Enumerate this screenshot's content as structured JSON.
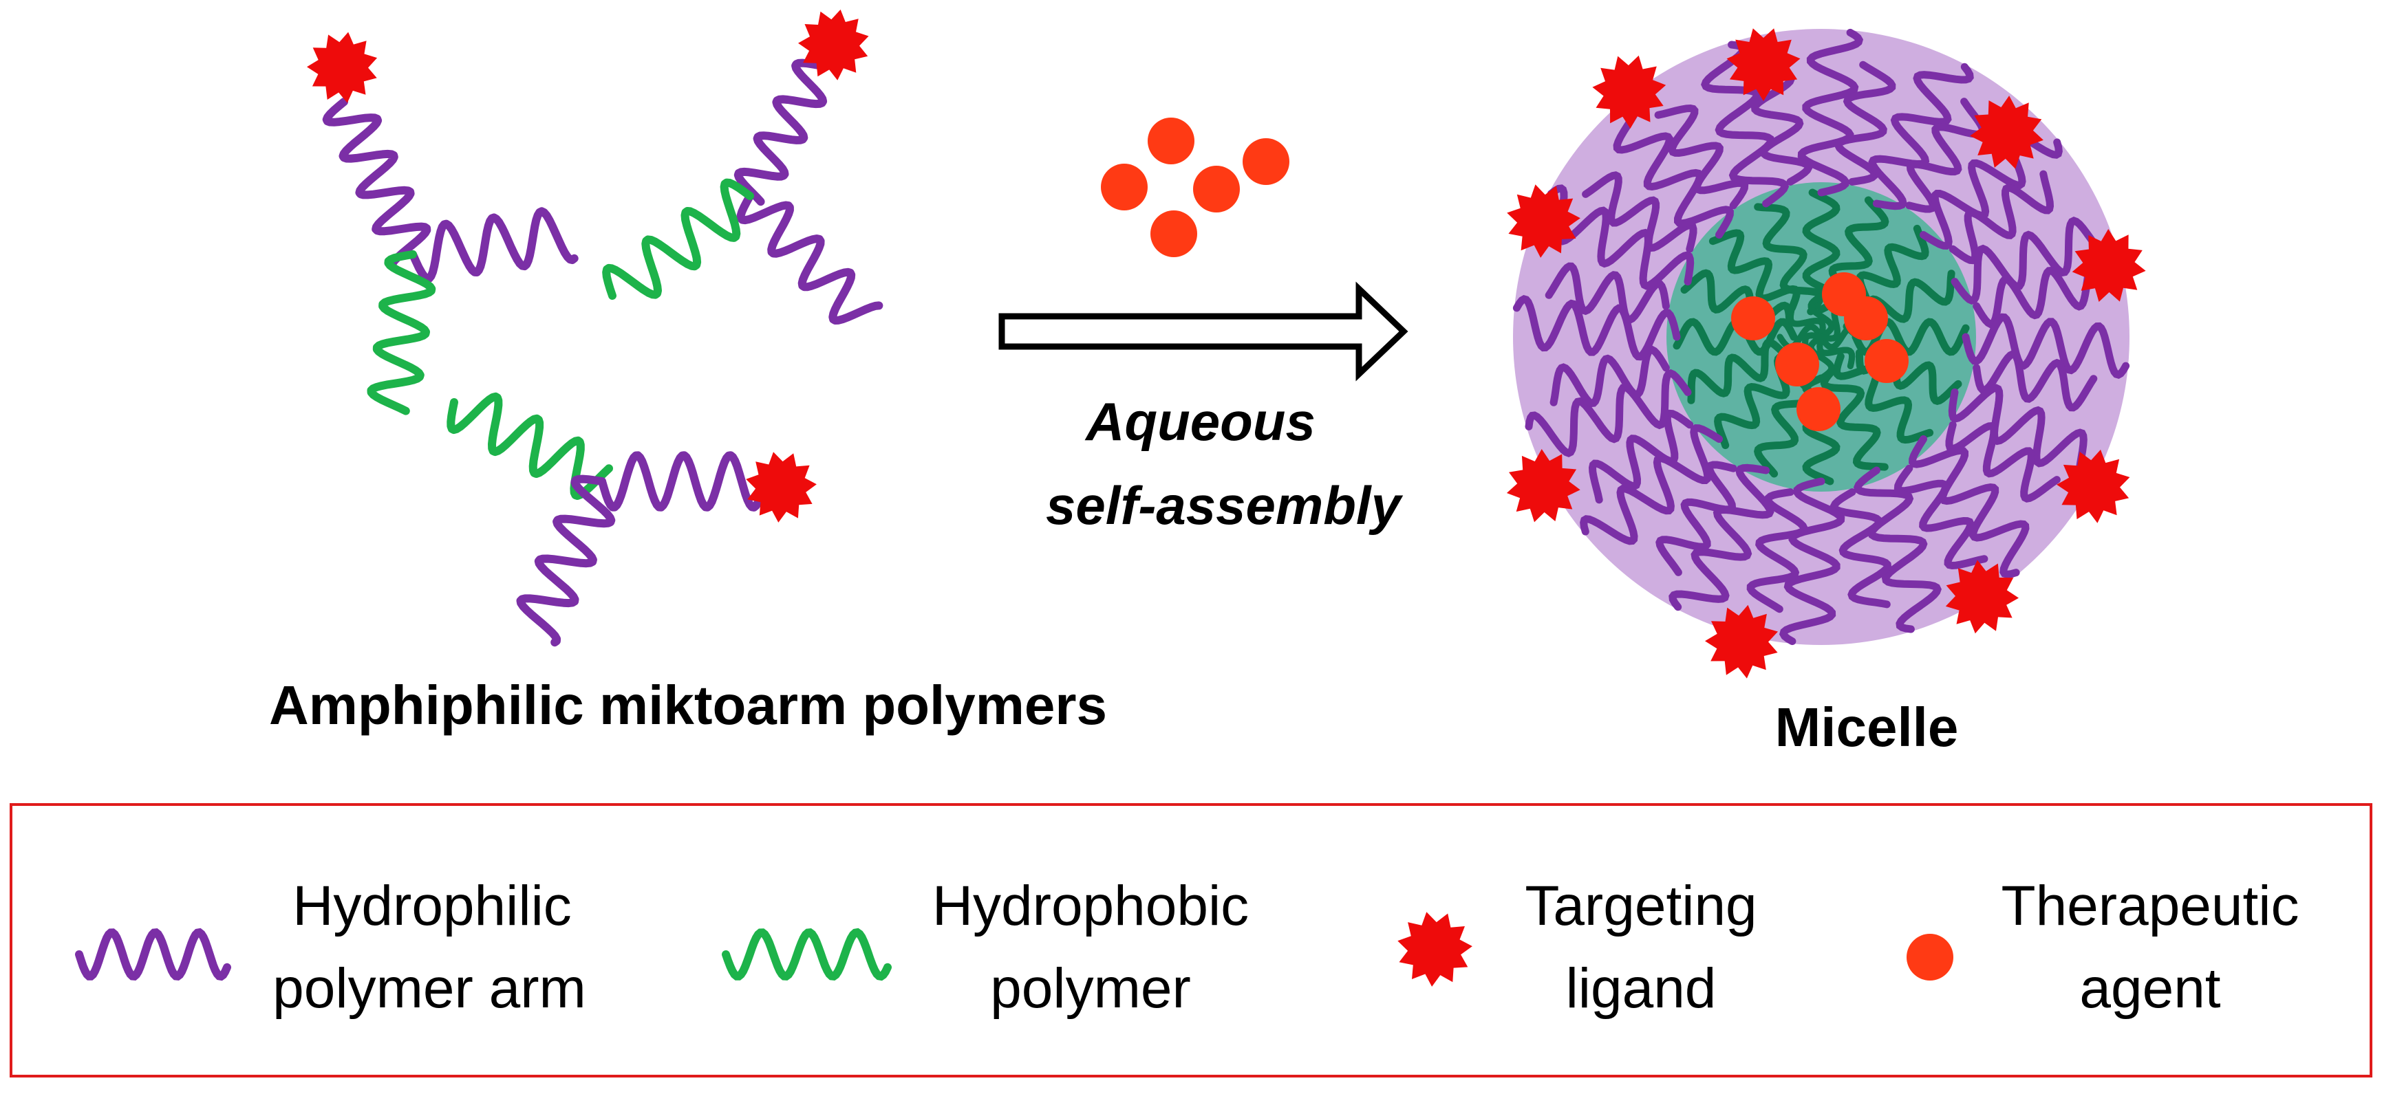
{
  "labels": {
    "process_line1": "Aqueous",
    "process_line2": "self-assembly",
    "left_caption": "Amphiphilic miktoarm polymers",
    "right_caption": "Micelle"
  },
  "legend": {
    "hydrophilic_line1": "Hydrophilic",
    "hydrophilic_line2": "polymer arm",
    "hydrophobic_line1": "Hydrophobic",
    "hydrophobic_line2": "polymer",
    "ligand_line1": "Targeting",
    "ligand_line2": "ligand",
    "agent_line1": "Therapeutic",
    "agent_line2": "agent"
  },
  "colors": {
    "hydrophilic": "#7b2fa6",
    "hydrophobic": "#1db34a",
    "core_chain": "#0f7a4e",
    "ligand": "#ee0b0b",
    "agent": "#ff3a14",
    "shell": "#cfaee0",
    "core": "#5fb3a3",
    "legend_border": "#e01b1b"
  },
  "icons": {
    "ligand": "spiky-star-icon",
    "agent": "filled-circle-icon",
    "arrow": "hollow-right-arrow-icon"
  }
}
